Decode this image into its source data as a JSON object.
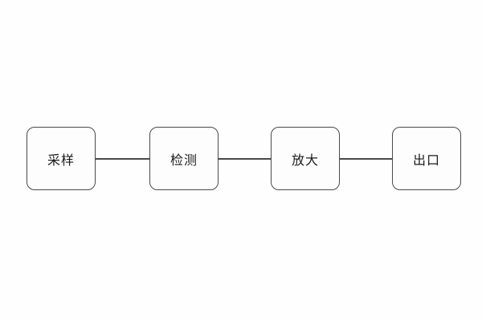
{
  "diagram": {
    "type": "flowchart",
    "orientation": "horizontal",
    "nodes": [
      {
        "id": "sampling",
        "label": "采样"
      },
      {
        "id": "detection",
        "label": "检测"
      },
      {
        "id": "amplification",
        "label": "放大"
      },
      {
        "id": "outlet",
        "label": "出口"
      }
    ],
    "connections": [
      {
        "from": "sampling",
        "to": "detection"
      },
      {
        "from": "detection",
        "to": "amplification"
      },
      {
        "from": "amplification",
        "to": "outlet"
      }
    ],
    "colors": {
      "background": "#fefefe",
      "node_border": "#4a4a4a",
      "node_fill": "#fdfdfd",
      "connector": "#4a4a4a",
      "text": "#1c1c1c"
    }
  }
}
